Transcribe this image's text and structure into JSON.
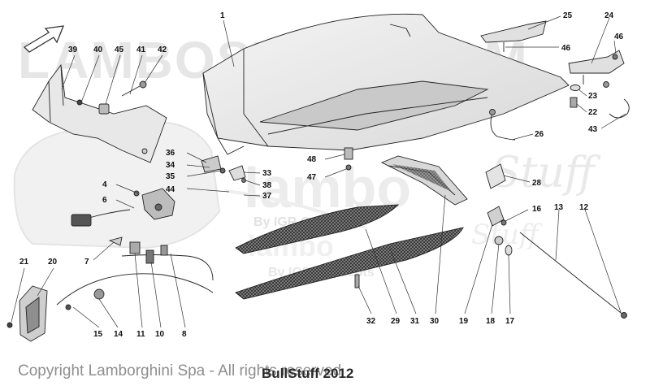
{
  "watermark": {
    "main": "LAMBOSTUFF.COM",
    "logo_word": "lambo",
    "logo_script": "Stuff",
    "tagline": "By IGR Concepts"
  },
  "footer": {
    "copyright": "Copyright Lamborghini Spa - All rights reserved",
    "stamp": "BullStuff 2012"
  },
  "callouts": [
    {
      "id": "c1",
      "text": "1"
    },
    {
      "id": "c4",
      "text": "4"
    },
    {
      "id": "c6",
      "text": "6"
    },
    {
      "id": "c7",
      "text": "7"
    },
    {
      "id": "c8",
      "text": "8"
    },
    {
      "id": "c10",
      "text": "10"
    },
    {
      "id": "c11",
      "text": "11"
    },
    {
      "id": "c12",
      "text": "12"
    },
    {
      "id": "c13",
      "text": "13"
    },
    {
      "id": "c14",
      "text": "14"
    },
    {
      "id": "c15",
      "text": "15"
    },
    {
      "id": "c16",
      "text": "16"
    },
    {
      "id": "c17",
      "text": "17"
    },
    {
      "id": "c18",
      "text": "18"
    },
    {
      "id": "c19",
      "text": "19"
    },
    {
      "id": "c20",
      "text": "20"
    },
    {
      "id": "c21",
      "text": "21"
    },
    {
      "id": "c22",
      "text": "22"
    },
    {
      "id": "c23",
      "text": "23"
    },
    {
      "id": "c24",
      "text": "24"
    },
    {
      "id": "c25",
      "text": "25"
    },
    {
      "id": "c26",
      "text": "26"
    },
    {
      "id": "c28",
      "text": "28"
    },
    {
      "id": "c29",
      "text": "29"
    },
    {
      "id": "c30",
      "text": "30"
    },
    {
      "id": "c31",
      "text": "31"
    },
    {
      "id": "c32",
      "text": "32"
    },
    {
      "id": "c33",
      "text": "33"
    },
    {
      "id": "c34",
      "text": "34"
    },
    {
      "id": "c35",
      "text": "35"
    },
    {
      "id": "c36",
      "text": "36"
    },
    {
      "id": "c37",
      "text": "37"
    },
    {
      "id": "c38",
      "text": "38"
    },
    {
      "id": "c39",
      "text": "39"
    },
    {
      "id": "c40",
      "text": "40"
    },
    {
      "id": "c41",
      "text": "41"
    },
    {
      "id": "c42",
      "text": "42"
    },
    {
      "id": "c43",
      "text": "43"
    },
    {
      "id": "c44",
      "text": "44"
    },
    {
      "id": "c45",
      "text": "45"
    },
    {
      "id": "c46a",
      "text": "46"
    },
    {
      "id": "c46b",
      "text": "46"
    },
    {
      "id": "c47",
      "text": "47"
    },
    {
      "id": "c48",
      "text": "48"
    }
  ]
}
